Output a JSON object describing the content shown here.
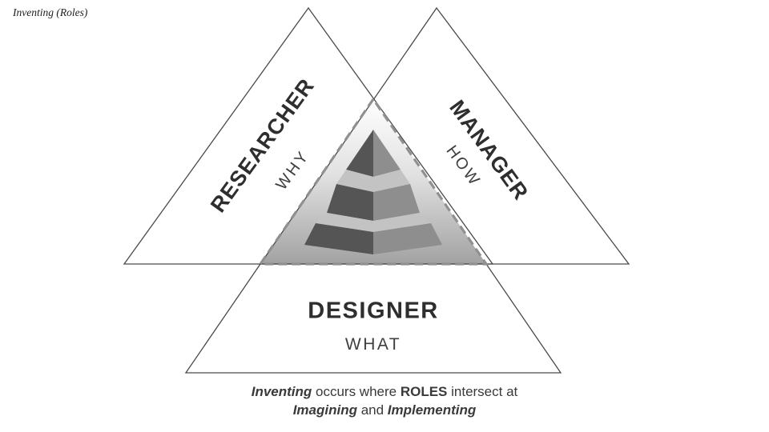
{
  "title": "Inventing (Roles)",
  "roles": {
    "researcher": {
      "label": "RESEARCHER",
      "question": "WHY"
    },
    "manager": {
      "label": "MANAGER",
      "question": "HOW"
    },
    "designer": {
      "label": "DESIGNER",
      "question": "WHAT"
    }
  },
  "caption": {
    "line1": [
      {
        "text": "Inventing",
        "style": "bold-italic"
      },
      {
        "text": " occurs where ",
        "style": "regular"
      },
      {
        "text": "ROLES",
        "style": "bold"
      },
      {
        "text": " intersect at",
        "style": "regular"
      }
    ],
    "line2": [
      {
        "text": "Imagining",
        "style": "bold-italic"
      },
      {
        "text": " and ",
        "style": "regular"
      },
      {
        "text": "Implementing",
        "style": "bold-italic"
      }
    ]
  },
  "colors": {
    "triangle_stroke": "#4a4a4a",
    "dashed_stroke": "#909090",
    "shade_top": "#ffffff",
    "shade_mid": "#e2e2e2",
    "shade_bottom": "#a2a2a2",
    "pyramid_dark": "#555555",
    "pyramid_mid": "#8e8e8e",
    "pyramid_light": "#c3c3c3",
    "text_dark": "#2e2e2e",
    "text_mid": "#3f3f3f"
  }
}
